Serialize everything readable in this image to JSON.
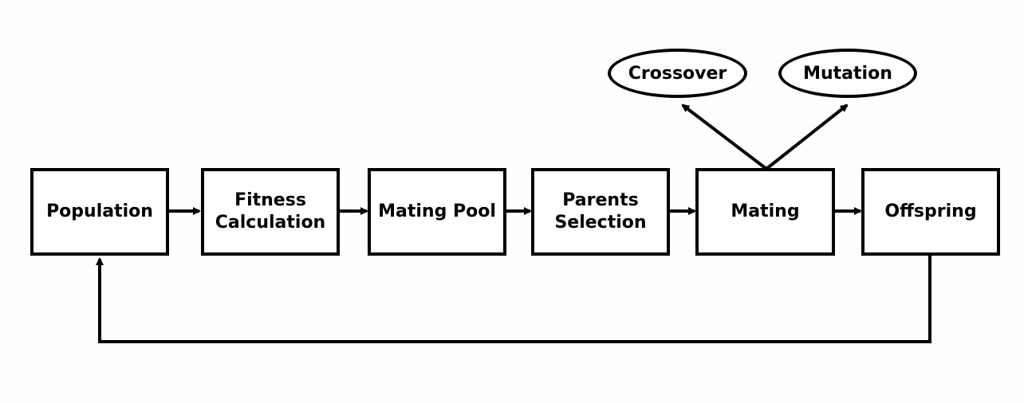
{
  "diagram": {
    "nodes": [
      {
        "id": "population",
        "label": "Population"
      },
      {
        "id": "fitness",
        "label": "Fitness\nCalculation"
      },
      {
        "id": "mating_pool",
        "label": "Mating Pool"
      },
      {
        "id": "parents",
        "label": "Parents\nSelection"
      },
      {
        "id": "mating",
        "label": "Mating"
      },
      {
        "id": "offspring",
        "label": "Offspring"
      }
    ],
    "operators": [
      {
        "id": "crossover",
        "label": "Crossover"
      },
      {
        "id": "mutation",
        "label": "Mutation"
      }
    ],
    "edges": [
      {
        "from": "population",
        "to": "fitness"
      },
      {
        "from": "fitness",
        "to": "mating_pool"
      },
      {
        "from": "mating_pool",
        "to": "parents"
      },
      {
        "from": "parents",
        "to": "mating"
      },
      {
        "from": "mating",
        "to": "offspring"
      },
      {
        "from": "mating",
        "to": "crossover"
      },
      {
        "from": "mating",
        "to": "mutation"
      },
      {
        "from": "offspring",
        "to": "population"
      }
    ]
  }
}
